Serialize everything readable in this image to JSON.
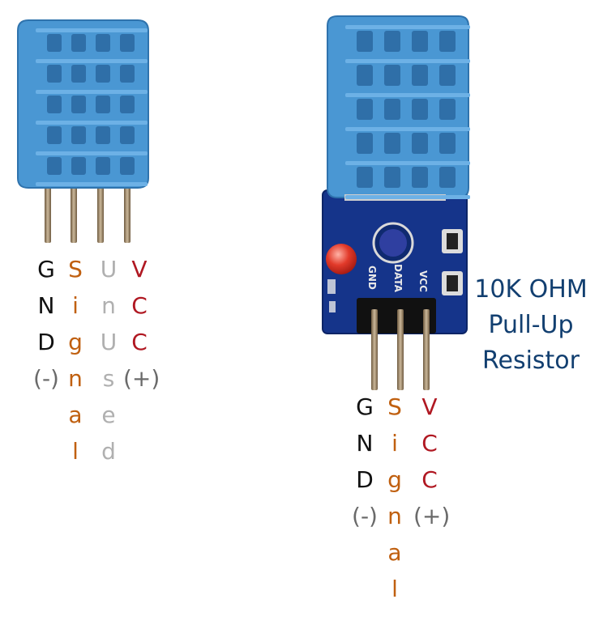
{
  "left_sensor": {
    "columns": [
      {
        "id": "gnd",
        "chars": [
          "G",
          "N",
          "D"
        ],
        "paren": "(-)",
        "color": "#111111"
      },
      {
        "id": "signal",
        "chars": [
          "S",
          "i",
          "g",
          "n",
          "a",
          "l"
        ],
        "paren": "",
        "color": "#c06010"
      },
      {
        "id": "unused",
        "chars": [
          "U",
          "n",
          "U",
          "s",
          "e",
          "d"
        ],
        "paren": "",
        "color": "#b0b0b0"
      },
      {
        "id": "vcc",
        "chars": [
          "V",
          "C",
          "C"
        ],
        "paren": "(+)",
        "color": "#b01822"
      }
    ]
  },
  "right_module": {
    "board_pin_labels": [
      "GND",
      "DATA",
      "VCC"
    ],
    "columns": [
      {
        "id": "gnd",
        "chars": [
          "G",
          "N",
          "D"
        ],
        "paren": "(-)",
        "color": "#111111"
      },
      {
        "id": "signal",
        "chars": [
          "S",
          "i",
          "g",
          "n",
          "a",
          "l"
        ],
        "paren": "",
        "color": "#c06010"
      },
      {
        "id": "vcc",
        "chars": [
          "V",
          "C",
          "C"
        ],
        "paren": "(+)",
        "color": "#b01822"
      }
    ],
    "resistor_note": {
      "line1": "10K OHM",
      "line2": "Pull-Up",
      "line3": "Resistor"
    }
  },
  "colors": {
    "sensor_blue": "#4a97d3",
    "board_blue": "#15348a",
    "led_red": "#e23a2a",
    "note_blue": "#123f70"
  }
}
